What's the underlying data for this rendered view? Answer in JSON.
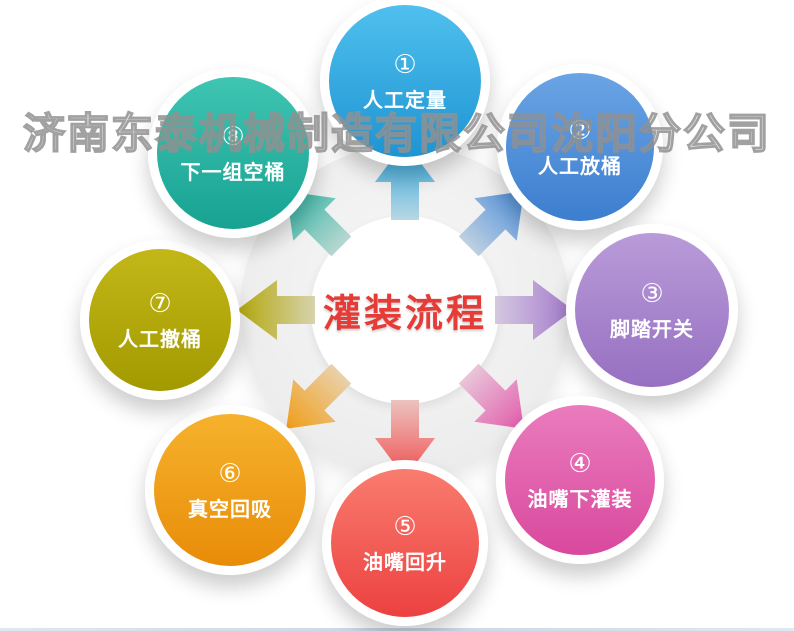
{
  "watermark": "济南东泰机械制造有限公司沈阳分公司",
  "center": {
    "title": "灌装流程",
    "title_color": "#e63c38",
    "hub_color": "#ededed"
  },
  "nodes": [
    {
      "num": "①",
      "label": "人工定量",
      "color_top": "#4fc0ee",
      "color_bottom": "#1e94d2",
      "arrow_color": "#29a7de",
      "arrow_light": "#bcd8e4",
      "direction": "up"
    },
    {
      "num": "②",
      "label": "人工放桶",
      "color_top": "#6aa4e4",
      "color_bottom": "#3c7ecf",
      "arrow_color": "#4a8cd8",
      "arrow_light": "#c2d2e2",
      "direction": "up-right"
    },
    {
      "num": "③",
      "label": "脚踏开关",
      "color_top": "#b99bd8",
      "color_bottom": "#9770c2",
      "arrow_color": "#a379cc",
      "arrow_light": "#d6cbe0",
      "direction": "right"
    },
    {
      "num": "④",
      "label": "油嘴下灌装",
      "color_top": "#ea7cbd",
      "color_bottom": "#d9489d",
      "arrow_color": "#e25aab",
      "arrow_light": "#e8c8da",
      "direction": "down-right"
    },
    {
      "num": "⑤",
      "label": "油嘴回升",
      "color_top": "#f97c6e",
      "color_bottom": "#ec4141",
      "arrow_color": "#ef5050",
      "arrow_light": "#ecc6c2",
      "direction": "down"
    },
    {
      "num": "⑥",
      "label": "真空回吸",
      "color_top": "#f6b22d",
      "color_bottom": "#e88c08",
      "arrow_color": "#f09d18",
      "arrow_light": "#ead2ae",
      "direction": "down-left"
    },
    {
      "num": "⑦",
      "label": "人工撤桶",
      "color_top": "#c3b718",
      "color_bottom": "#a29a00",
      "arrow_color": "#b2a70a",
      "arrow_light": "#d8d4b0",
      "direction": "left"
    },
    {
      "num": "⑧",
      "label": "下一组空桶",
      "color_top": "#3fc5b2",
      "color_bottom": "#17a292",
      "arrow_color": "#2ab3a2",
      "arrow_light": "#bcd8d2",
      "direction": "up-left"
    }
  ]
}
